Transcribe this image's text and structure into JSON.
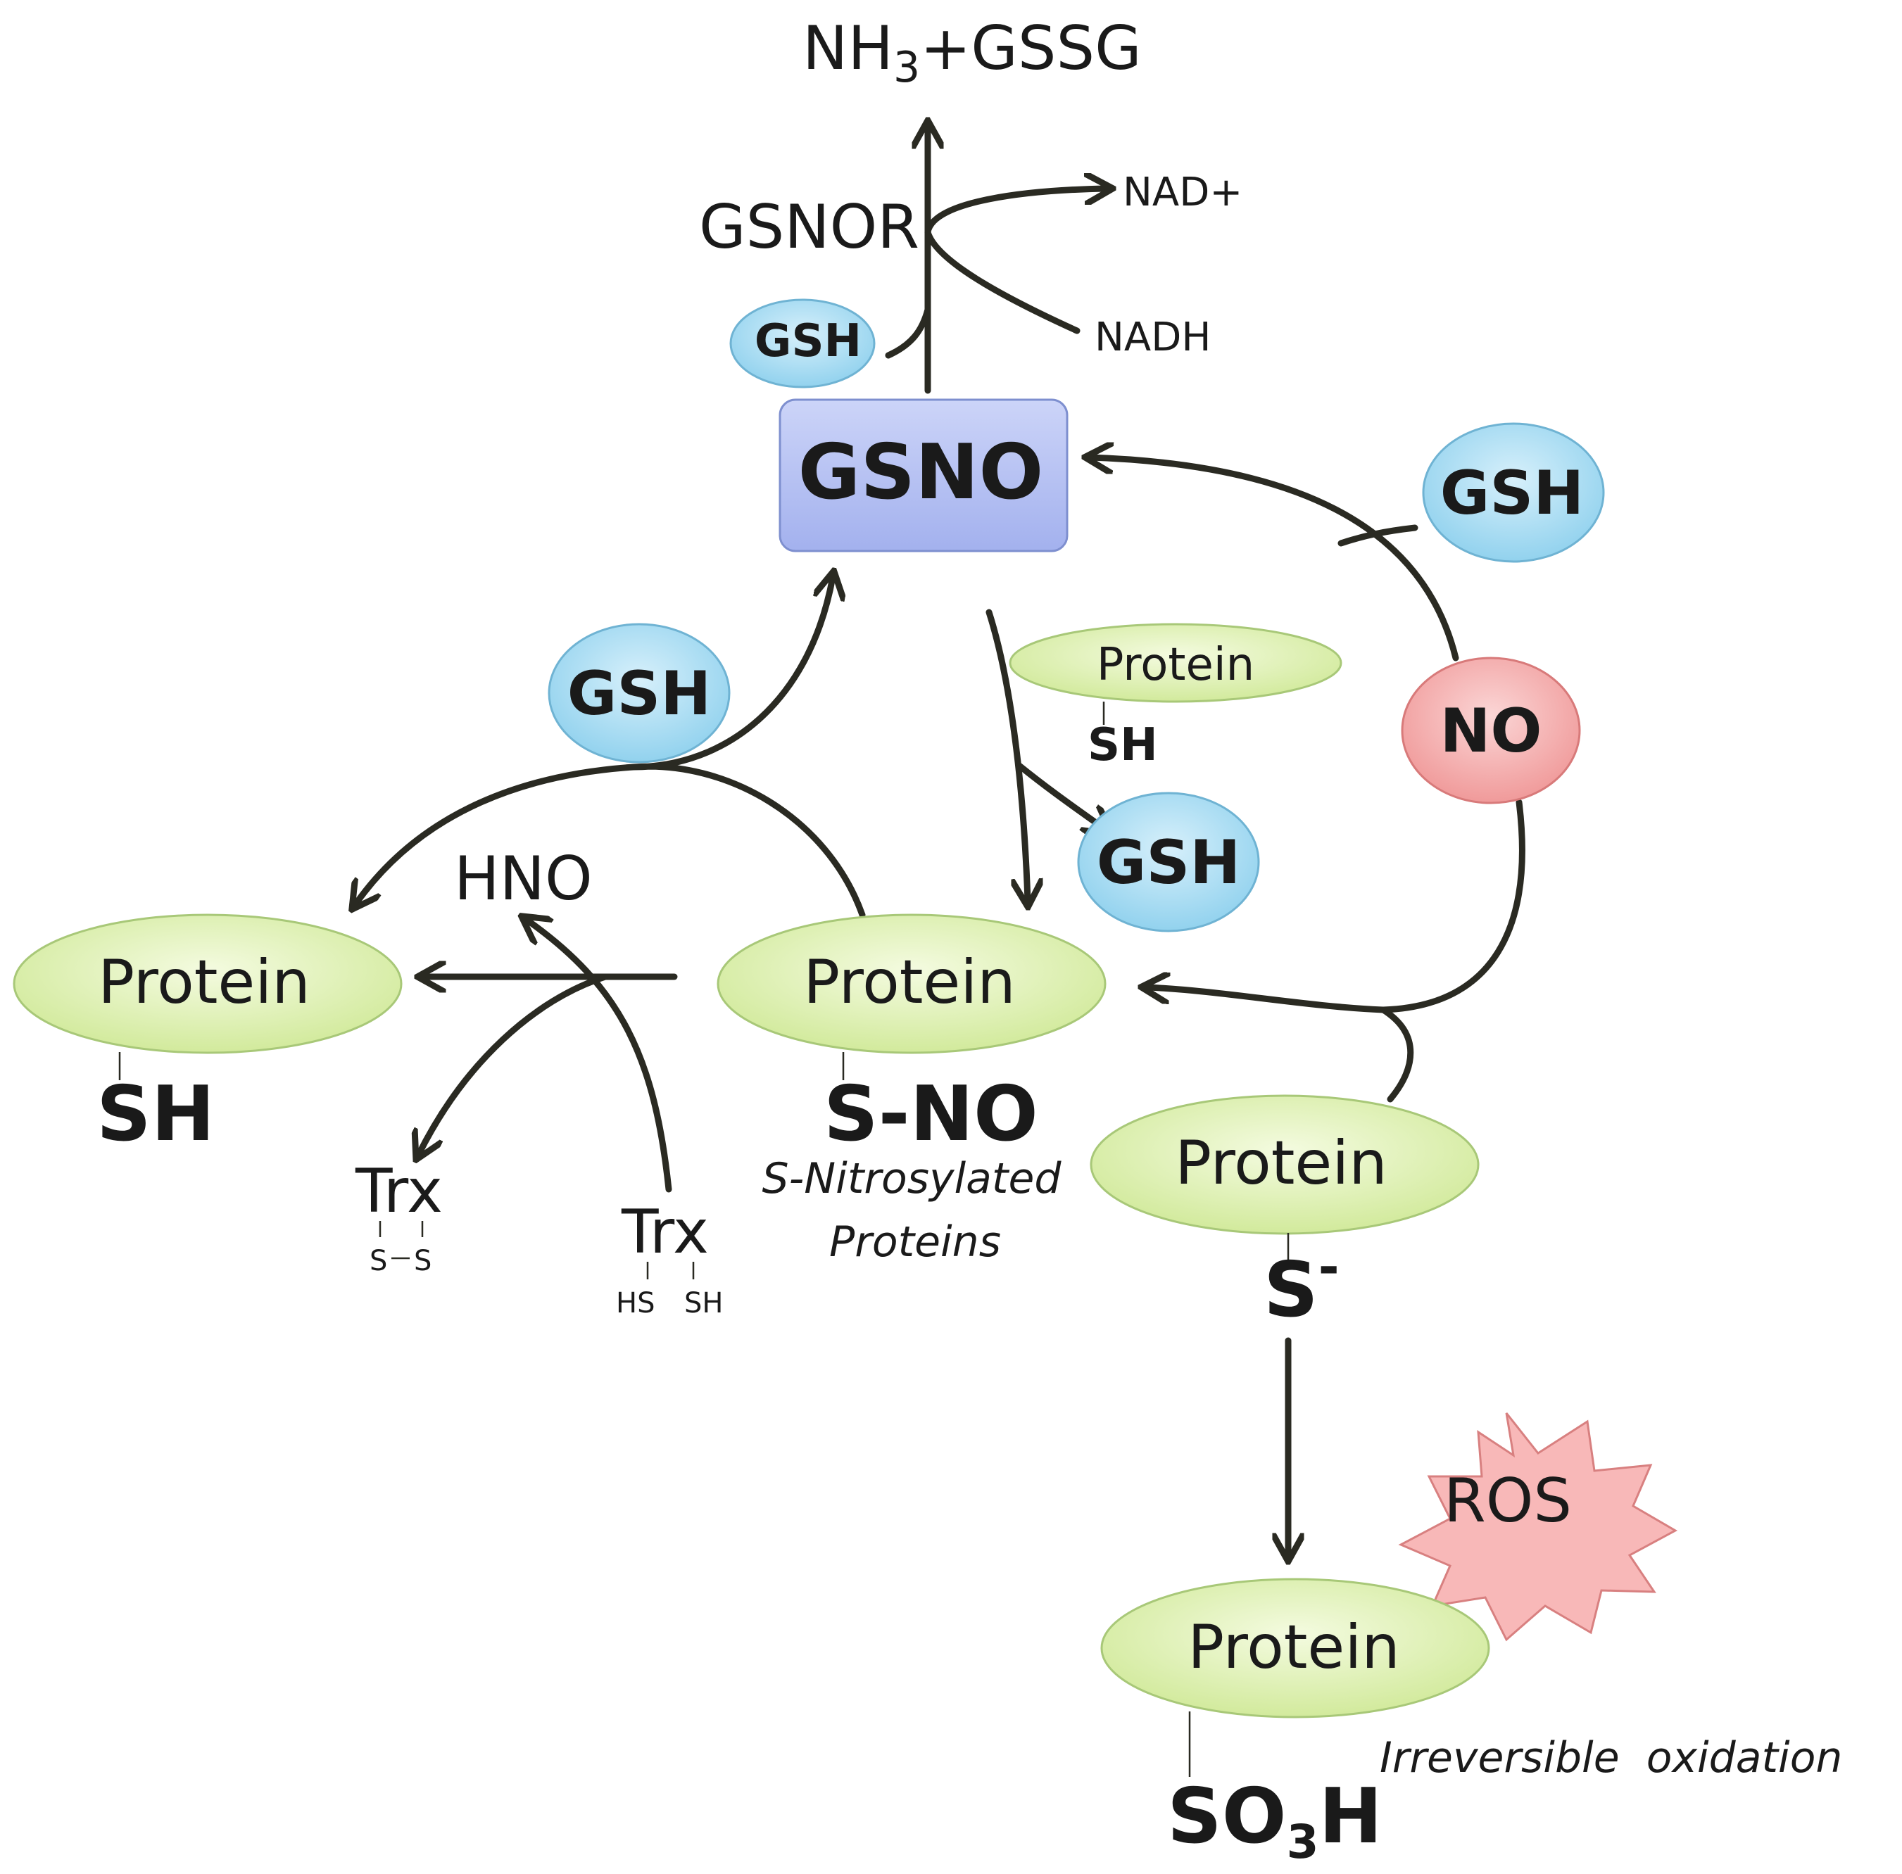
{
  "nodes": {
    "products_top": {
      "pre": "NH",
      "sub": "3",
      "post": "+GSSG"
    },
    "gsnor": "GSNOR",
    "nad_plus": "NAD+",
    "nadh": "NADH",
    "gsh_small": "GSH",
    "gsno": "GSNO",
    "gsh_right": "GSH",
    "gsh_left": "GSH",
    "protein_sh_small": {
      "label": "Protein",
      "group": "SH"
    },
    "no": "NO",
    "gsh_mid": "GSH",
    "hno": "HNO",
    "protein_left": {
      "label": "Protein",
      "group": "SH"
    },
    "protein_center": {
      "label": "Protein",
      "group": "S-NO",
      "caption_line1": "S-Nitrosylated",
      "caption_line2": "Proteins"
    },
    "protein_thiolate": {
      "label": "Protein",
      "group": "S",
      "group_sup": "-"
    },
    "trx_oxidized": {
      "label": "Trx",
      "s1": "S",
      "s2": "S"
    },
    "trx_reduced": {
      "label": "Trx",
      "s1": "HS",
      "s2": "SH"
    },
    "ros": "ROS",
    "protein_bottom": {
      "label": "Protein",
      "group_pre": "SO",
      "group_sub": "3",
      "group_post": "H"
    },
    "irreversible": "Irreversible  oxidation"
  },
  "colors": {
    "protein_fill": "#dff0b0",
    "protein_stroke": "#a8c878",
    "gsh_fill": "#a8dcf2",
    "gsh_stroke": "#6fb3d3",
    "no_fill": "#f5a8a8",
    "no_stroke": "#d87a7a",
    "gsno_fill": "#b6c2f3",
    "gsno_stroke": "#7e8fcf",
    "ros_fill": "#f8b4b4",
    "ros_stroke": "#d88080",
    "arrow": "#2a2a22"
  }
}
